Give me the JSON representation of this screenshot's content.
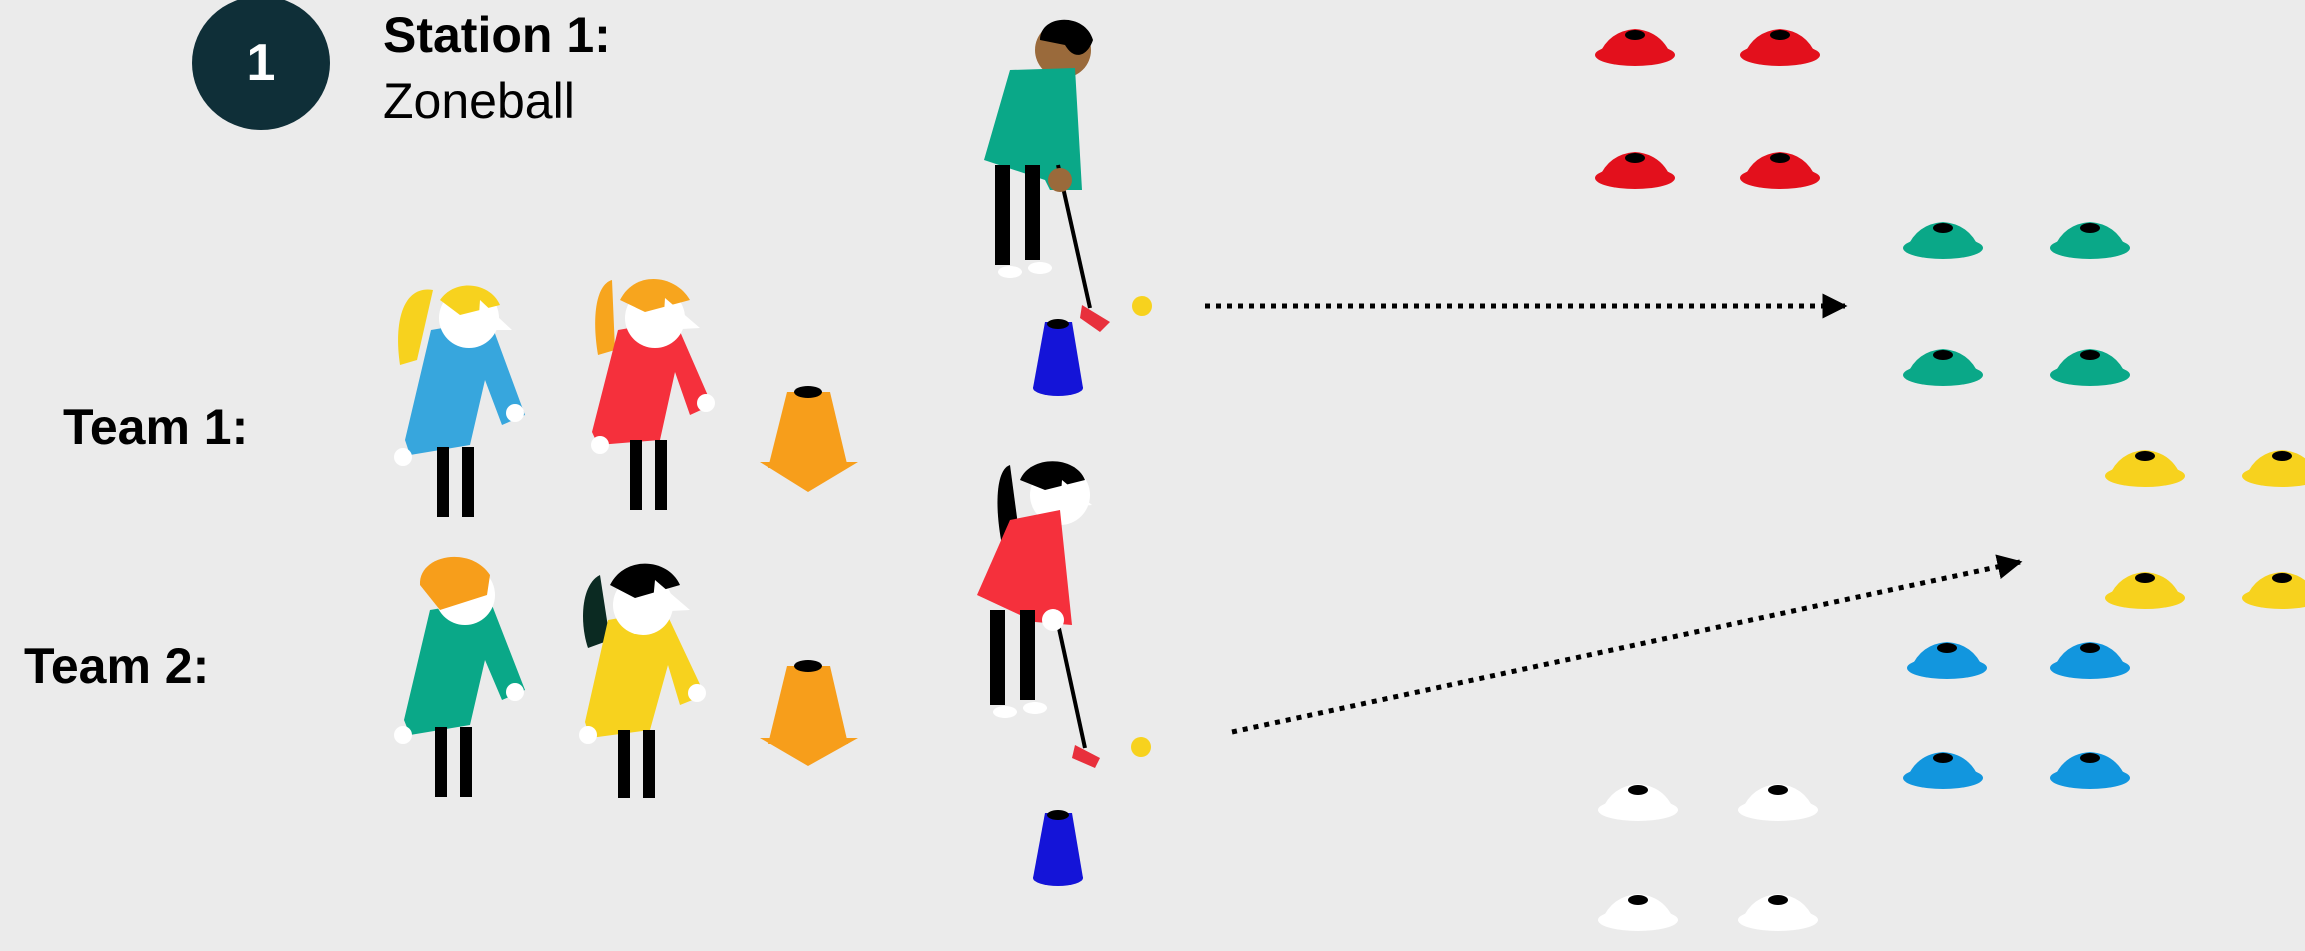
{
  "station": {
    "number": "1",
    "title": "Station 1:",
    "subtitle": "Zoneball"
  },
  "teams": [
    {
      "label": "Team 1:"
    },
    {
      "label": "Team 2:"
    }
  ],
  "colors": {
    "background": "#ebebeb",
    "badge": "#0f2f38",
    "zone_red": "#e3101c",
    "zone_green": "#0aa888",
    "zone_yellow": "#f7d21e",
    "zone_blue": "#1296de",
    "zone_white": "#ffffff",
    "cone_orange": "#f79e1b",
    "cone_blue": "#1414d8"
  }
}
